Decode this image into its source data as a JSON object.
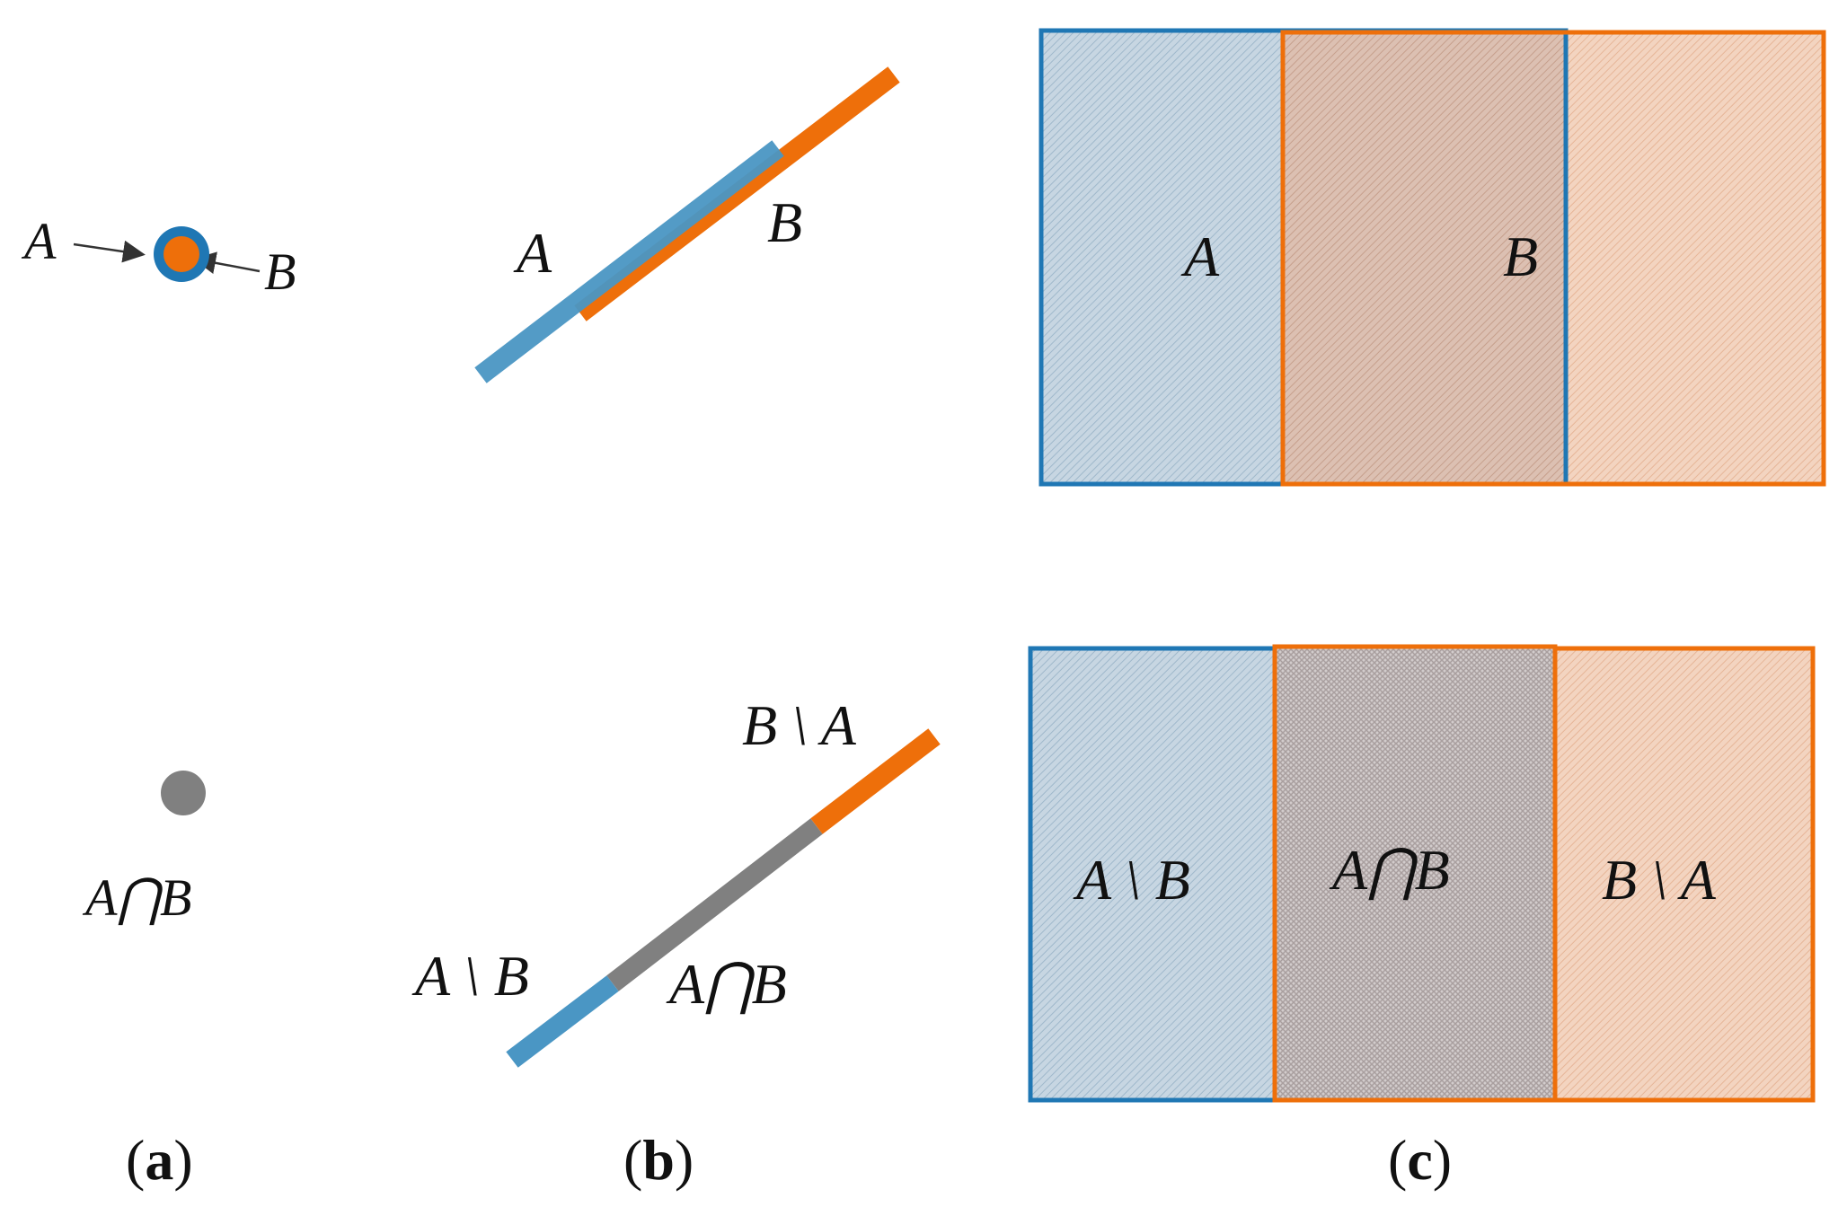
{
  "colors": {
    "blue": "#1f77b4",
    "blue_light": "#4a96c4",
    "orange": "#ee6f0a",
    "gray": "#808080",
    "arrow": "#333333"
  },
  "panel_a": {
    "top": {
      "label_a": "A",
      "label_b": "B"
    },
    "bottom": {
      "label_intersection": "A⋂B"
    },
    "caption": {
      "open": "(",
      "letter": "a",
      "close": ")"
    }
  },
  "panel_b": {
    "top": {
      "label_a": "A",
      "label_b": "B"
    },
    "bottom": {
      "label_b_minus_a": "B \\ A",
      "label_a_minus_b": "A \\ B",
      "label_intersection": "A⋂B"
    },
    "caption": {
      "open": "(",
      "letter": "b",
      "close": ")"
    }
  },
  "panel_c": {
    "top": {
      "label_a": "A",
      "label_b": "B"
    },
    "bottom": {
      "label_a_minus_b": "A \\ B",
      "label_intersection": "A⋂B",
      "label_b_minus_a": "B \\ A"
    },
    "caption": {
      "open": "(",
      "letter": "c",
      "close": ")"
    }
  }
}
